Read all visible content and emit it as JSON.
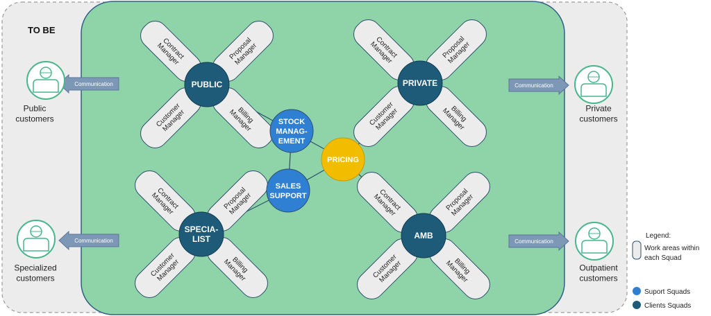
{
  "title": "TO BE",
  "colors": {
    "outer_fill": "#ececec",
    "outer_border": "#9a9a9a",
    "inner_fill": "#8fd3a9",
    "inner_border": "#2f5f86",
    "client_squad": "#1d5b79",
    "support_squad": "#2f7fd3",
    "pricing": "#f2bd00",
    "petal_fill": "#ececec",
    "petal_border": "#2c4f6a",
    "arrow_fill": "#7d97b7",
    "avatar": "#46b58a"
  },
  "client_squads": [
    {
      "id": "public",
      "label": "PUBLIC",
      "petals": [
        "Contract Manager",
        "Proposal Manager",
        "Customer Manager",
        "Billing Manager"
      ]
    },
    {
      "id": "private",
      "label": "PRIVATE",
      "petals": [
        "Contract Manager",
        "Proposal Manager",
        "Customer Manager",
        "Billing Manager"
      ]
    },
    {
      "id": "specialist",
      "label": "SPECIA- LIST",
      "petals": [
        "Contract Manager",
        "Proposal Manager",
        "Customer Manager",
        "Billing Manager"
      ]
    },
    {
      "id": "amb",
      "label": "AMB",
      "petals": [
        "Contract Manager",
        "Proposal Manager",
        "Customer Manager",
        "Billing Manager"
      ]
    }
  ],
  "support_squads": [
    {
      "id": "stock",
      "label": "STOCK MANAG- EMENT"
    },
    {
      "id": "sales",
      "label": "SALES SUPPORT"
    },
    {
      "id": "pricing",
      "label": "PRICING"
    }
  ],
  "customers": [
    {
      "id": "public",
      "label": "Public customers",
      "arrow": "Communication"
    },
    {
      "id": "specialized",
      "label": "Specialized customers",
      "arrow": "Communication"
    },
    {
      "id": "private",
      "label": "Private customers",
      "arrow": "Communication"
    },
    {
      "id": "outpatient",
      "label": "Outpatient customers",
      "arrow": "Communication"
    }
  ],
  "legend": {
    "title": "Legend:",
    "work_areas": "Work areas within each Squad",
    "support": "Suport Squads",
    "clients": "Clients Squads"
  }
}
